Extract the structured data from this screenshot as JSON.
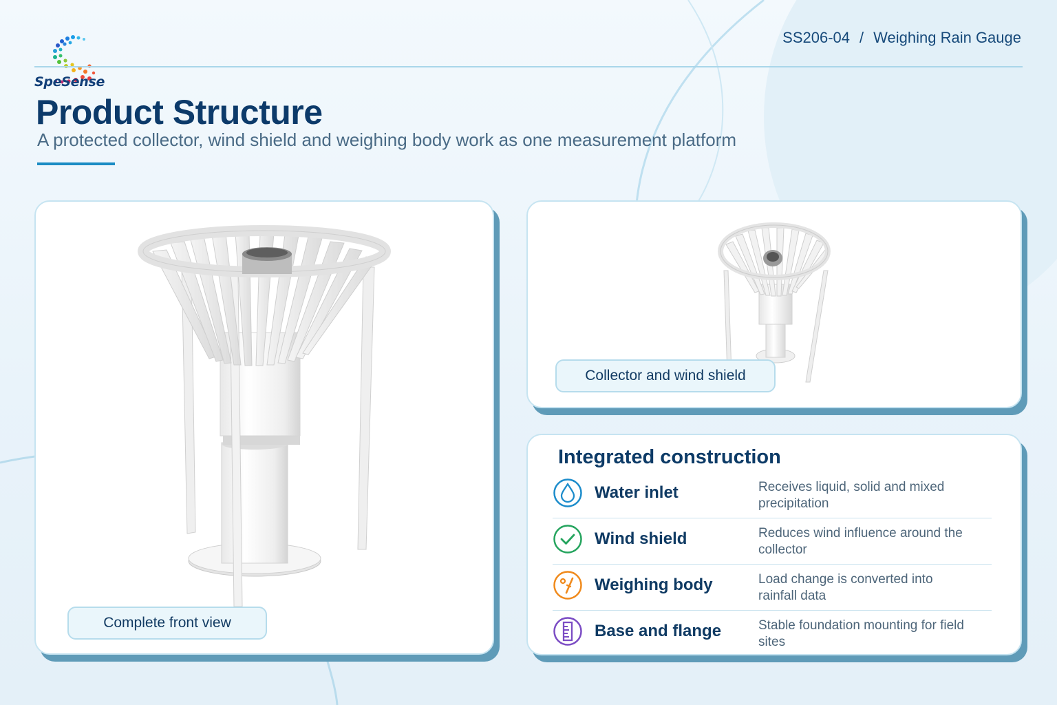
{
  "brand": {
    "name": "SpeSense"
  },
  "breadcrumb": {
    "code": "SS206-04",
    "separator": "/",
    "product": "Weighing Rain Gauge"
  },
  "header": {
    "title": "Product Structure",
    "subtitle": "A protected collector, wind shield and weighing body work as one measurement platform"
  },
  "views": {
    "front": {
      "caption": "Complete front view"
    },
    "collector": {
      "caption": "Collector and wind shield"
    }
  },
  "features": {
    "title": "Integrated construction",
    "items": [
      {
        "name": "Water inlet",
        "description": "Receives liquid, solid and mixed precipitation",
        "icon": "water-drop-icon",
        "color": "#1c8ccb"
      },
      {
        "name": "Wind shield",
        "description": "Reduces wind influence around the collector",
        "icon": "check-circle-icon",
        "color": "#25a45e"
      },
      {
        "name": "Weighing body",
        "description": "Load change is converted into rainfall data",
        "icon": "gauge-icon",
        "color": "#f08a1c"
      },
      {
        "name": "Base and flange",
        "description": "Stable foundation mounting for field sites",
        "icon": "ruler-icon",
        "color": "#7b4cc4"
      }
    ]
  }
}
